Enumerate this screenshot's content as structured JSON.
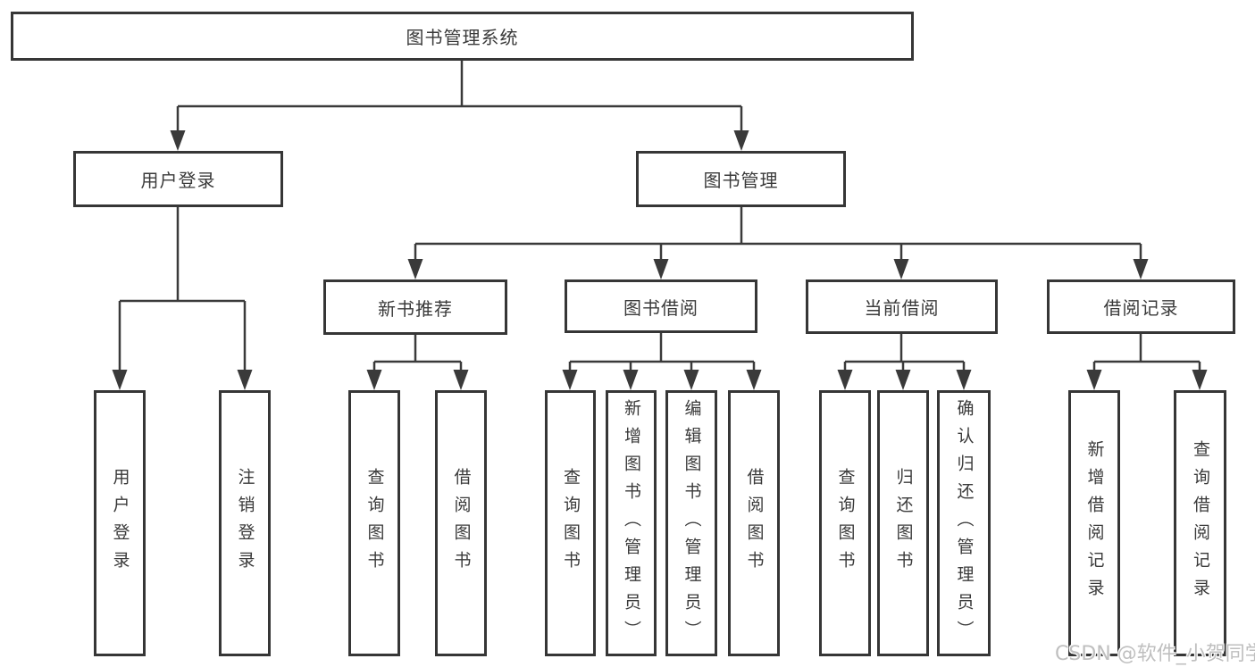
{
  "diagram": {
    "type": "hierarchy",
    "root": "图书管理系统",
    "branches": [
      {
        "label": "用户登录",
        "leaves": [
          "用户登录",
          "注销登录"
        ]
      },
      {
        "label": "图书管理",
        "groups": [
          {
            "label": "新书推荐",
            "leaves": [
              "查询图书",
              "借阅图书"
            ]
          },
          {
            "label": "图书借阅",
            "leaves": [
              "查询图书",
              "新增图书（管理员）",
              "编辑图书（管理员）",
              "借阅图书"
            ]
          },
          {
            "label": "当前借阅",
            "leaves": [
              "查询图书",
              "归还图书",
              "确认归还（管理员）"
            ]
          },
          {
            "label": "借阅记录",
            "leaves": [
              "新增借阅记录",
              "查询借阅记录"
            ]
          }
        ]
      }
    ]
  },
  "watermark": "CSDN @软件_小贺同学",
  "colors": {
    "line": "#3a3a3a",
    "border": "#363636",
    "text": "#3a3a3a",
    "watermark": "#bfbfbf",
    "background": "#ffffff"
  }
}
